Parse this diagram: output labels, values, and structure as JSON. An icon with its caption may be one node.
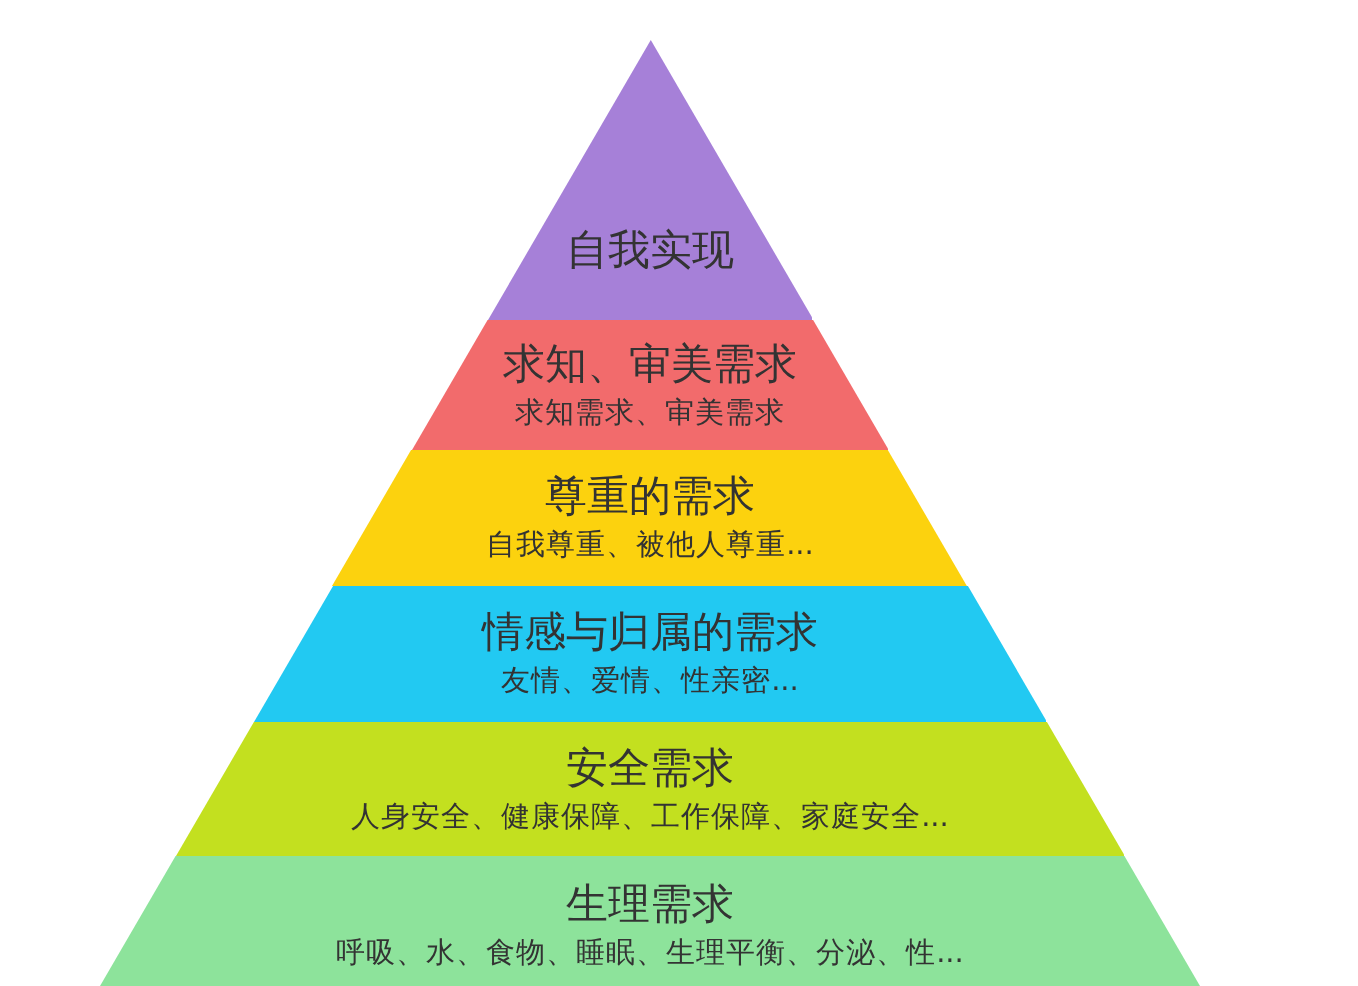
{
  "diagram": {
    "nodes": [
      {
        "text": [
          "自我实现"
        ]
      },
      {
        "text": [
          "求知、审美需求",
          "求知需求、审美需求"
        ]
      },
      {
        "text": [
          "尊重的需求",
          "自我尊重、被他人尊重..."
        ]
      },
      {
        "text": [
          "情感与归属的需求",
          "友情、爱情、性亲密..."
        ]
      },
      {
        "text": [
          "安全需求",
          "人身安全、健康保障、工作保障、家庭安全..."
        ]
      },
      {
        "text": [
          "生理需求",
          "呼吸、水、食物、睡眠、生理平衡、分泌、性..."
        ]
      }
    ]
  }
}
